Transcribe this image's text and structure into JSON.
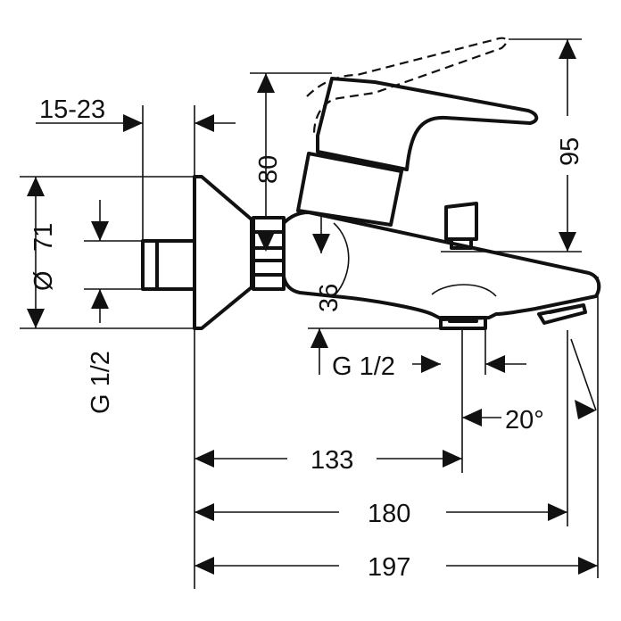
{
  "labels": {
    "width_197": "197",
    "width_180": "180",
    "width_133": "133",
    "height_95": "95",
    "height_80": "80",
    "depth_15_23": "15-23",
    "dia_71_symbol": "Ø",
    "dia_71_value": "71",
    "thread_left": "G 1/2",
    "thread_bottom": "G 1/2",
    "spout_angle": "20°",
    "swivel_36": "36"
  },
  "colors": {
    "line": "#111111",
    "background": "#ffffff"
  }
}
